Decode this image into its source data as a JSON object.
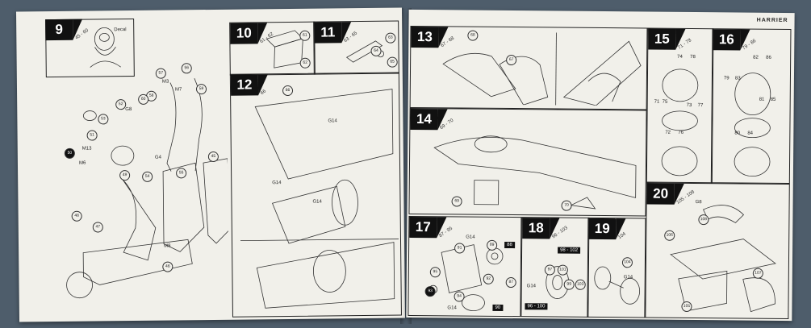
{
  "running_head": "HARRIER",
  "left_page": {
    "steps": [
      {
        "number": "9",
        "sub": "45 - 60",
        "labels": [
          "Decal",
          "57",
          "56",
          "58",
          "59",
          "52",
          "60",
          "53",
          "51",
          "50",
          "54",
          "55",
          "49",
          "48",
          "47",
          "46",
          "45",
          "M3",
          "M7",
          "M13",
          "M6",
          "M8",
          "G4",
          "G8"
        ]
      },
      {
        "number": "10",
        "sub": "61 - 62",
        "labels": [
          "61",
          "62"
        ]
      },
      {
        "number": "11",
        "sub": "63 - 65",
        "labels": [
          "63",
          "64",
          "65"
        ]
      },
      {
        "number": "12",
        "sub": "66",
        "labels": [
          "66",
          "G14",
          "G14",
          "G14"
        ]
      }
    ]
  },
  "right_page": {
    "steps": [
      {
        "number": "13",
        "sub": "67 - 68",
        "labels": [
          "68",
          "67"
        ]
      },
      {
        "number": "14",
        "sub": "69 - 70",
        "labels": [
          "69",
          "70"
        ]
      },
      {
        "number": "15",
        "sub": "71 - 78",
        "labels": [
          "74",
          "78",
          "71",
          "75",
          "73",
          "77",
          "72",
          "76"
        ]
      },
      {
        "number": "16",
        "sub": "79 - 86",
        "labels": [
          "82",
          "86",
          "79",
          "83",
          "81",
          "85",
          "80",
          "84"
        ]
      },
      {
        "number": "17",
        "sub": "87 - 95",
        "labels": [
          "91",
          "89",
          "88",
          "92",
          "87",
          "95",
          "93",
          "94",
          "90",
          "G14",
          "G14"
        ]
      },
      {
        "number": "18",
        "sub": "96 - 103",
        "labels": [
          "97",
          "101",
          "99",
          "103",
          "98 - 102",
          "96 - 100",
          "G14"
        ]
      },
      {
        "number": "19",
        "sub": "104",
        "labels": [
          "104",
          "G14"
        ]
      },
      {
        "number": "20",
        "sub": "105 - 108",
        "labels": [
          "108",
          "106",
          "107",
          "105",
          "G8"
        ]
      }
    ]
  }
}
